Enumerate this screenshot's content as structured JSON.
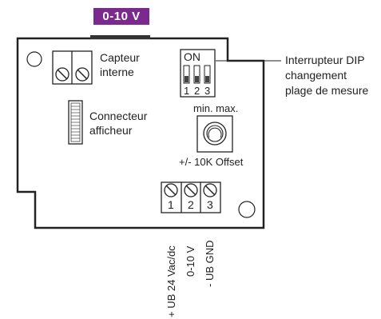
{
  "title": "0-10 V",
  "board": {
    "sensor_label_line1": "Capteur",
    "sensor_label_line2": "interne",
    "display_connector_line1": "Connecteur",
    "display_connector_line2": "afficheur",
    "dip_on": "ON",
    "dip_numbers": [
      "1",
      "2",
      "3"
    ],
    "pot_minmax": "min. max.",
    "pot_offset": "+/- 10K Offset",
    "terminal_numbers": [
      "1",
      "2",
      "3"
    ]
  },
  "callout": {
    "line1": "Interrupteur DIP",
    "line2": "changement",
    "line3": "plage de mesure"
  },
  "terminal_labels": [
    "+ UB 24 Vac/dc",
    "0-10 V",
    "- UB GND"
  ],
  "colors": {
    "title_bg": "#7a2a8c",
    "title_text": "#ffffff",
    "outline": "#222222"
  }
}
